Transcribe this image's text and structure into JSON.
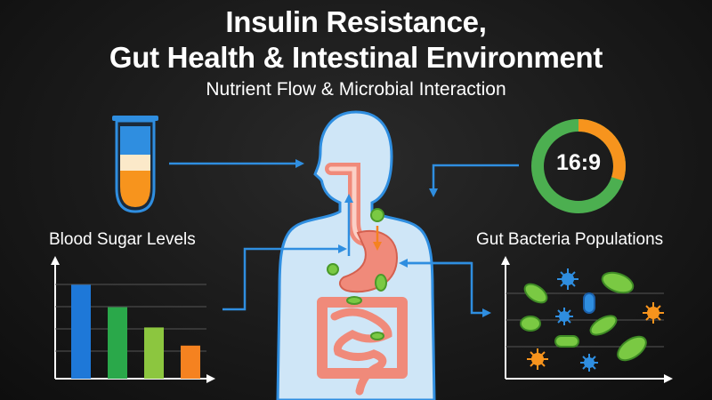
{
  "header": {
    "title_line1": "Insulin Resistance,",
    "title_line2": "Gut Health & Intestinal Environment",
    "subtitle": "Nutrient Flow & Microbial Interaction"
  },
  "blood_sugar": {
    "label": "Blood Sugar Levels",
    "bars": [
      {
        "value": 0.88,
        "color": "#1e78d8"
      },
      {
        "value": 0.67,
        "color": "#2aa84a"
      },
      {
        "value": 0.48,
        "color": "#8cc63f"
      },
      {
        "value": 0.31,
        "color": "#f58220"
      }
    ]
  },
  "gut_bacteria": {
    "label": "Gut Bacteria Populations"
  },
  "timer": {
    "label": "16:9",
    "fraction_orange": 0.3,
    "colors": {
      "green": "#4caf50",
      "orange": "#f7941d"
    }
  },
  "test_tube": {
    "colors": {
      "blue": "#2f8ee0",
      "cream": "#fbe9c9",
      "orange": "#f7941d"
    }
  },
  "colors": {
    "accent_blue": "#2f8ee0",
    "body_fill": "#cfe6f7",
    "digestive": "#f08a7a"
  }
}
